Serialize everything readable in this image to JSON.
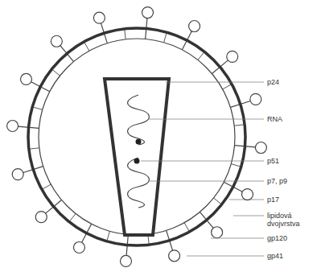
{
  "diagram": {
    "labels": [
      "p24",
      "RNA",
      "p51",
      "p7, p9",
      "p17",
      "lipidová dvojvrstva",
      "gp120",
      "gp41"
    ]
  }
}
